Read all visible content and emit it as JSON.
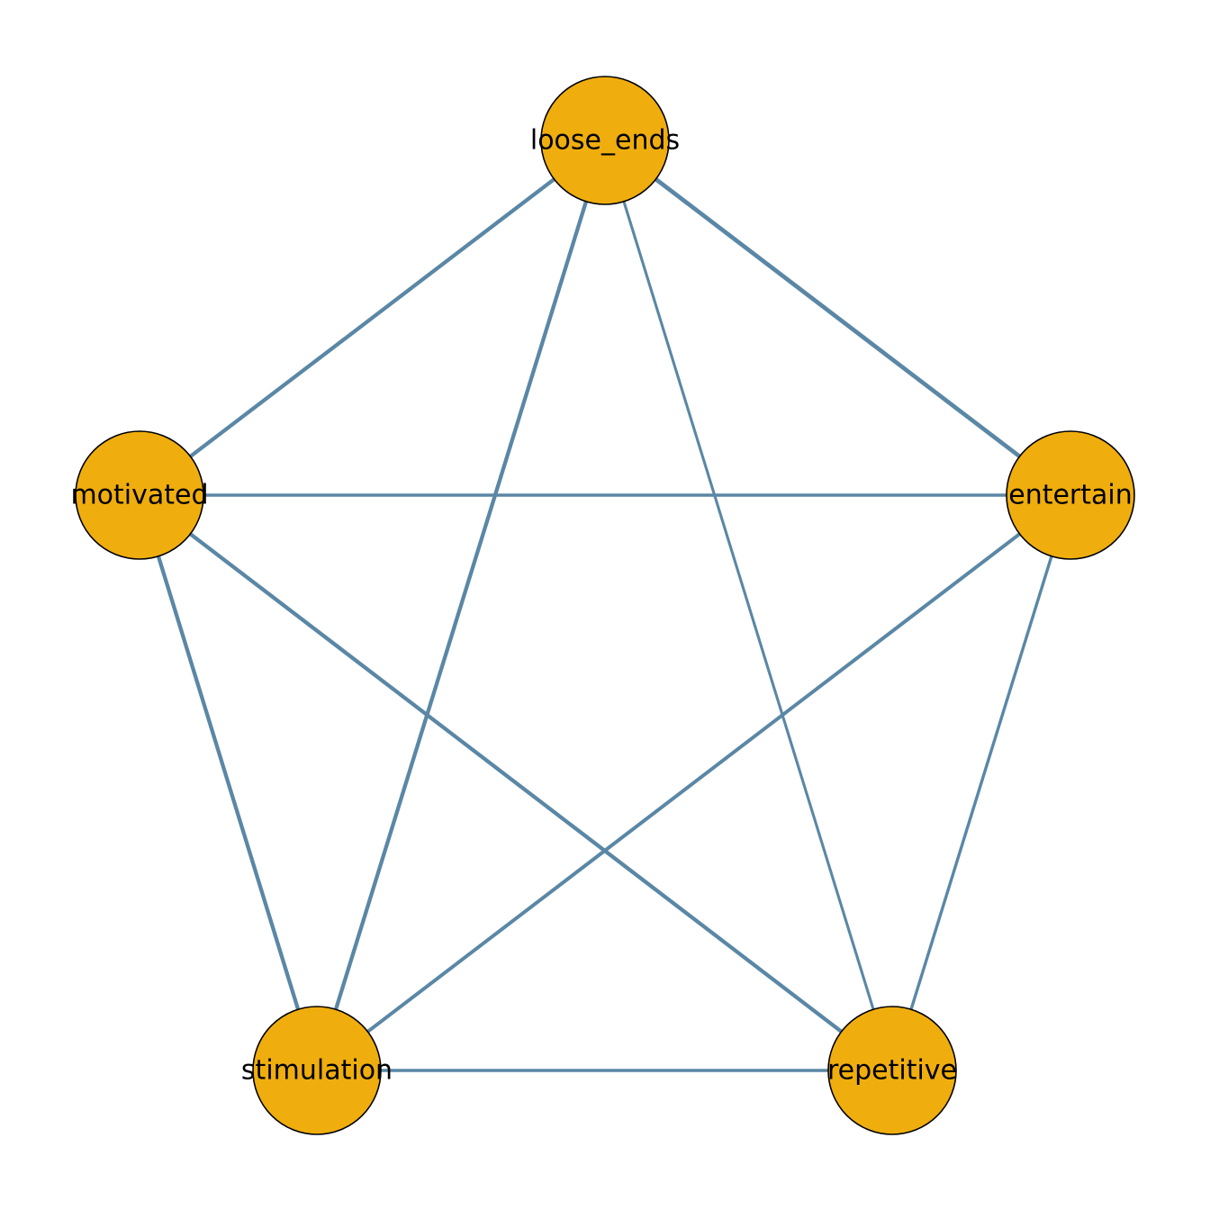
{
  "colors": {
    "background": "#ffffff",
    "node_fill": "#EFAE0E",
    "node_stroke": "#000000",
    "edge": "#5A87A5",
    "label": "#000000"
  },
  "nodes": [
    {
      "id": "loose_ends",
      "label": "loose_ends"
    },
    {
      "id": "motivated",
      "label": "motivated"
    },
    {
      "id": "entertain",
      "label": "entertain"
    },
    {
      "id": "stimulation",
      "label": "stimulation"
    },
    {
      "id": "repetitive",
      "label": "repetitive"
    }
  ],
  "edges": [
    {
      "source": "loose_ends",
      "target": "motivated",
      "weight": 0.55
    },
    {
      "source": "loose_ends",
      "target": "entertain",
      "weight": 0.62
    },
    {
      "source": "loose_ends",
      "target": "stimulation",
      "weight": 0.55
    },
    {
      "source": "loose_ends",
      "target": "repetitive",
      "weight": 0.35
    },
    {
      "source": "motivated",
      "target": "entertain",
      "weight": 0.42
    },
    {
      "source": "motivated",
      "target": "stimulation",
      "weight": 0.55
    },
    {
      "source": "motivated",
      "target": "repetitive",
      "weight": 0.55
    },
    {
      "source": "entertain",
      "target": "stimulation",
      "weight": 0.5
    },
    {
      "source": "entertain",
      "target": "repetitive",
      "weight": 0.4
    },
    {
      "source": "stimulation",
      "target": "repetitive",
      "weight": 0.42
    }
  ]
}
